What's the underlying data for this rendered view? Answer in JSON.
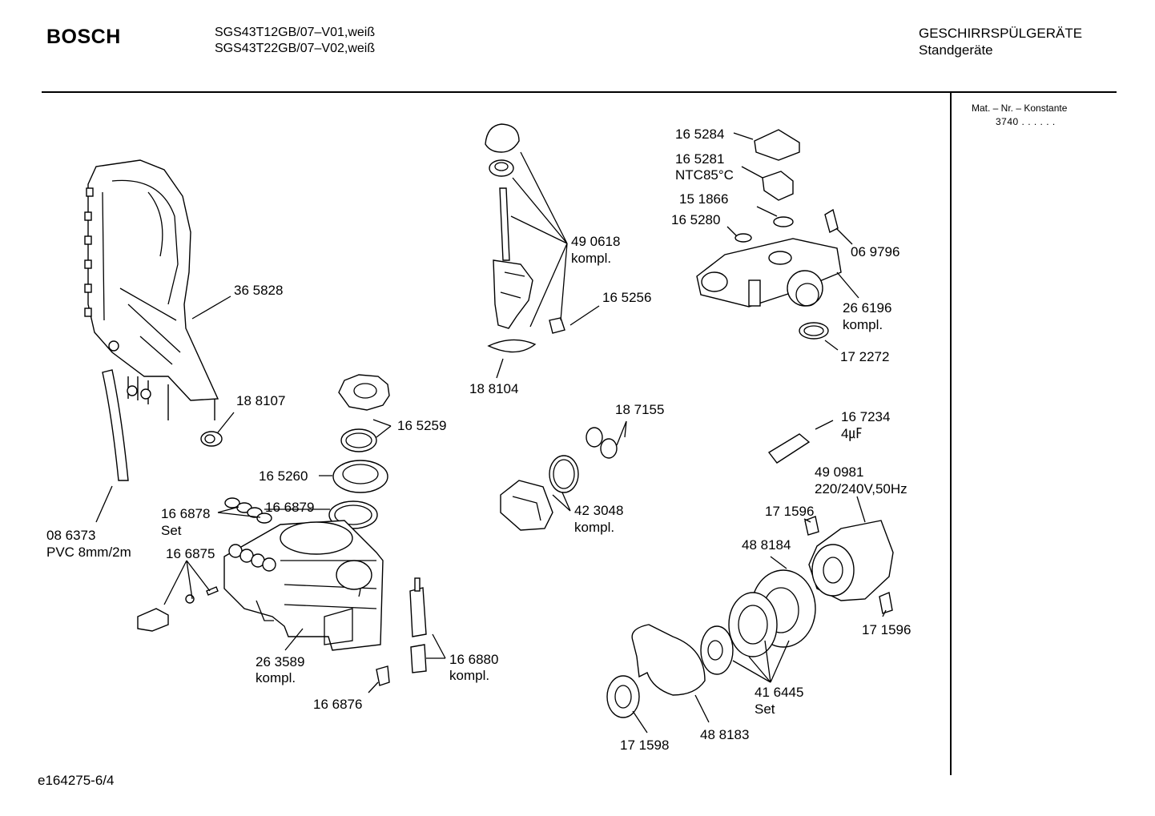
{
  "header": {
    "brand": "BOSCH",
    "model_line_1": "SGS43T12GB/07–V01,weiß",
    "model_line_2": "SGS43T22GB/07–V02,weiß",
    "category_line_1": "GESCHIRRSPÜLGERÄTE",
    "category_line_2": "Standgeräte"
  },
  "side_panel": {
    "mat_heading": "Mat. – Nr. – Konstante",
    "mat_value": "3740  .  .   .  .  .  ."
  },
  "footer": {
    "code": "e164275-6/4"
  },
  "parts": {
    "p365828": "36 5828",
    "p188107": "18 8107",
    "p086373": "08 6373",
    "p086373_desc": "PVC 8mm/2m",
    "p165259": "16 5259",
    "p165260": "16 5260",
    "p166878": "16 6878",
    "p166878_desc": "Set",
    "p166879": "16 6879",
    "p166875": "16 6875",
    "p263589": "26 3589",
    "p263589_desc": "kompl.",
    "p166876": "16 6876",
    "p166880": "16 6880",
    "p166880_desc": "kompl.",
    "p490618": "49 0618",
    "p490618_desc": "kompl.",
    "p165256": "16 5256",
    "p188104": "18 8104",
    "p187155": "18 7155",
    "p423048": "42 3048",
    "p423048_desc": "kompl.",
    "p165284": "16 5284",
    "p165281": "16 5281",
    "p165281_desc": "NTC85°C",
    "p151866": "15 1866",
    "p165280": "16 5280",
    "p069796": "06 9796",
    "p266196": "26 6196",
    "p266196_desc": "kompl.",
    "p172272": "17 2272",
    "p167234": "16 7234",
    "p167234_desc": "4㎌",
    "p490981": "49 0981",
    "p490981_desc": "220/240V,50Hz",
    "p171596_a": "17 1596",
    "p171596_b": "17 1596",
    "p488184": "48 8184",
    "p416445": "41 6445",
    "p416445_desc": "Set",
    "p488183": "48 8183",
    "p171598": "17 1598"
  }
}
